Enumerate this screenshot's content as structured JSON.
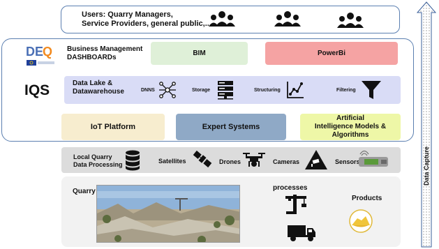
{
  "users": {
    "line1": "Users: Quarry Managers,",
    "line2": "Service Providers, general public,..."
  },
  "dashboards": {
    "logo_text": "DEQ",
    "label_line1": "Business Management",
    "label_line2": "DASHBOARDs",
    "bim": "BIM",
    "powerbi": "PowerBi"
  },
  "iqs": {
    "label": "IQS",
    "datalake_line1": "Data Lake &",
    "datalake_line2": "Datawarehouse",
    "dnns": "DNNS",
    "storage": "Storage",
    "structuring": "Structuring",
    "filtering": "Filtering",
    "iot": "IoT Platform",
    "expert": "Expert Systems",
    "ai_line1": "Artificial",
    "ai_line2": "Intelligence Models &",
    "ai_line3": "Algorithms"
  },
  "local": {
    "line1": "Local Quarry",
    "line2": "Data Processing",
    "satellites": "Satellites",
    "drones": "Drones",
    "cameras": "Cameras",
    "sensors": "Sensors"
  },
  "quarry": {
    "label": "Quarry",
    "processes": "processes",
    "products": "Products"
  },
  "capture": {
    "label": "Data Capture"
  },
  "colors": {
    "border": "#5b7fb0",
    "bim": "#dff0d8",
    "powerbi": "#f5a3a3",
    "datalake": "#d9dcf6",
    "iot": "#f7edcf",
    "expert": "#8fa9c6",
    "ai": "#eef7a7"
  }
}
